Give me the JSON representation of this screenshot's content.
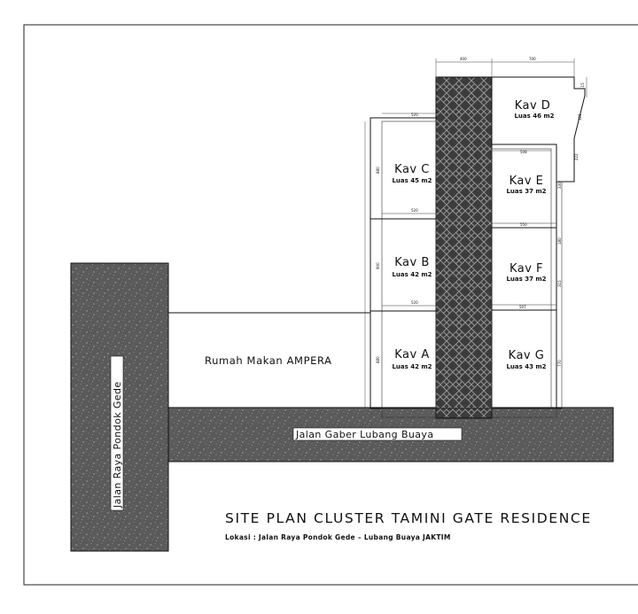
{
  "plan": {
    "title": "SITE PLAN CLUSTER TAMINI GATE RESIDENCE",
    "location": "Lokasi : Jalan Raya Pondok Gede – Lubang Buaya JAKTIM",
    "neighbor": "Rumah Makan AMPERA",
    "roads": {
      "main": "Jalan Raya Pondok Gede",
      "side": "Jalan Gaber Lubang Buaya"
    },
    "lots": {
      "a": {
        "name": "Kav  A",
        "area": "Luas  42  m2"
      },
      "b": {
        "name": "Kav  B",
        "area": "Luas  42  m2"
      },
      "c": {
        "name": "Kav  C",
        "area": "Luas  45  m2"
      },
      "d": {
        "name": "Kav  D",
        "area": "Luas  46  m2"
      },
      "e": {
        "name": "Kav  E",
        "area": "Luas  37  m2"
      },
      "f": {
        "name": "Kav  F",
        "area": "Luas  37  m2"
      },
      "g": {
        "name": "Kav  G",
        "area": "Luas  43  m2"
      }
    },
    "dimensions": {
      "walkway_width": "400",
      "d_width": "700",
      "c_width": "520",
      "c_bottom": "520",
      "b_bottom": "520",
      "e_width": "508",
      "f_top": "550",
      "g_top": "507",
      "c_height": "880",
      "b_height": "900",
      "a_height": "880",
      "d_side_1": "115",
      "d_side_2": "325",
      "d_side_3": "222",
      "e_side": "330",
      "f_side_1": "180",
      "f_side_2": "315",
      "g_side": "770"
    },
    "colors": {
      "road": "#555555",
      "walkway": "#3a3a3a",
      "ink": "#111111"
    }
  }
}
